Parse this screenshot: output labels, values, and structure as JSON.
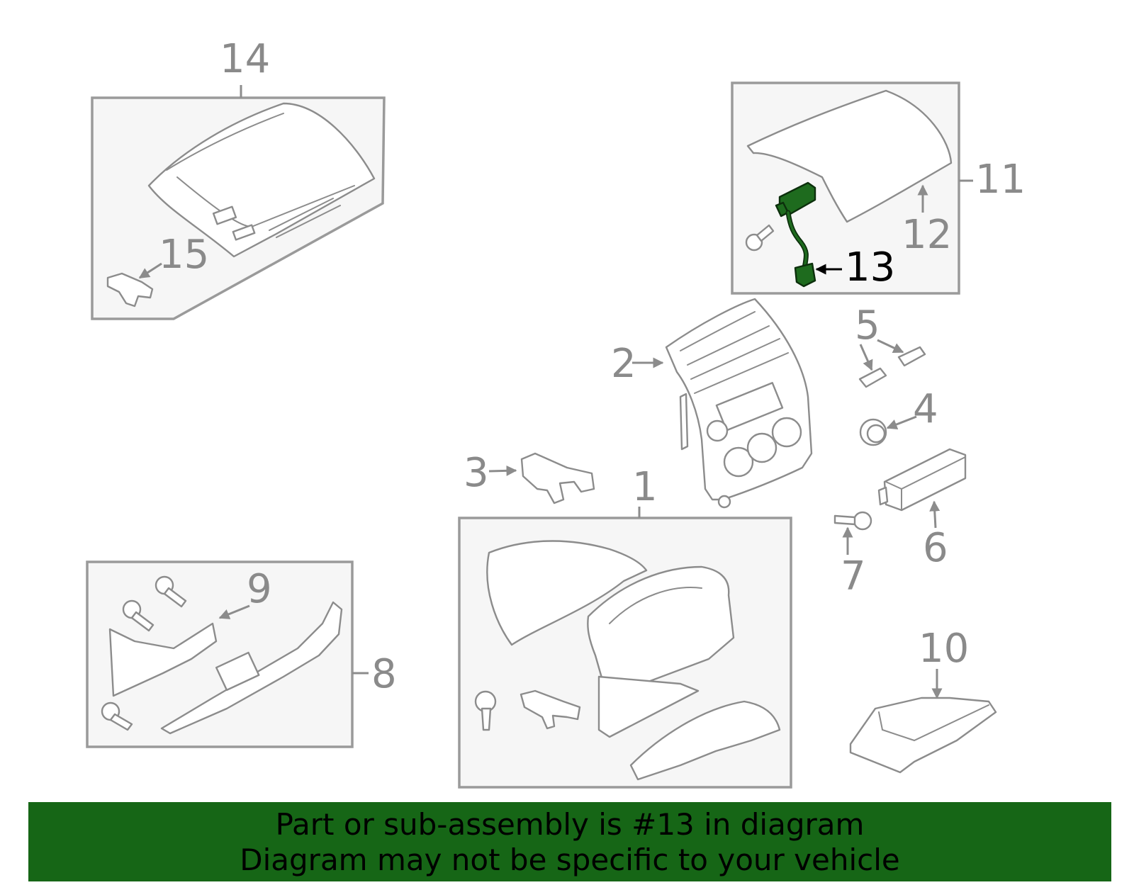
{
  "diagram": {
    "callouts": {
      "c1": "1",
      "c2": "2",
      "c3": "3",
      "c4": "4",
      "c5": "5",
      "c6": "6",
      "c7": "7",
      "c8": "8",
      "c9": "9",
      "c10": "10",
      "c11": "11",
      "c12": "12",
      "c13": "13",
      "c14": "14",
      "c15": "15"
    },
    "highlighted_part": "13",
    "highlight_color": "#1e6b1e",
    "callout_color": "#8a8a8a"
  },
  "banner": {
    "line1": "Part or sub-assembly is #13 in diagram",
    "line2": "Diagram may not be specific to your vehicle",
    "background": "#166616"
  }
}
